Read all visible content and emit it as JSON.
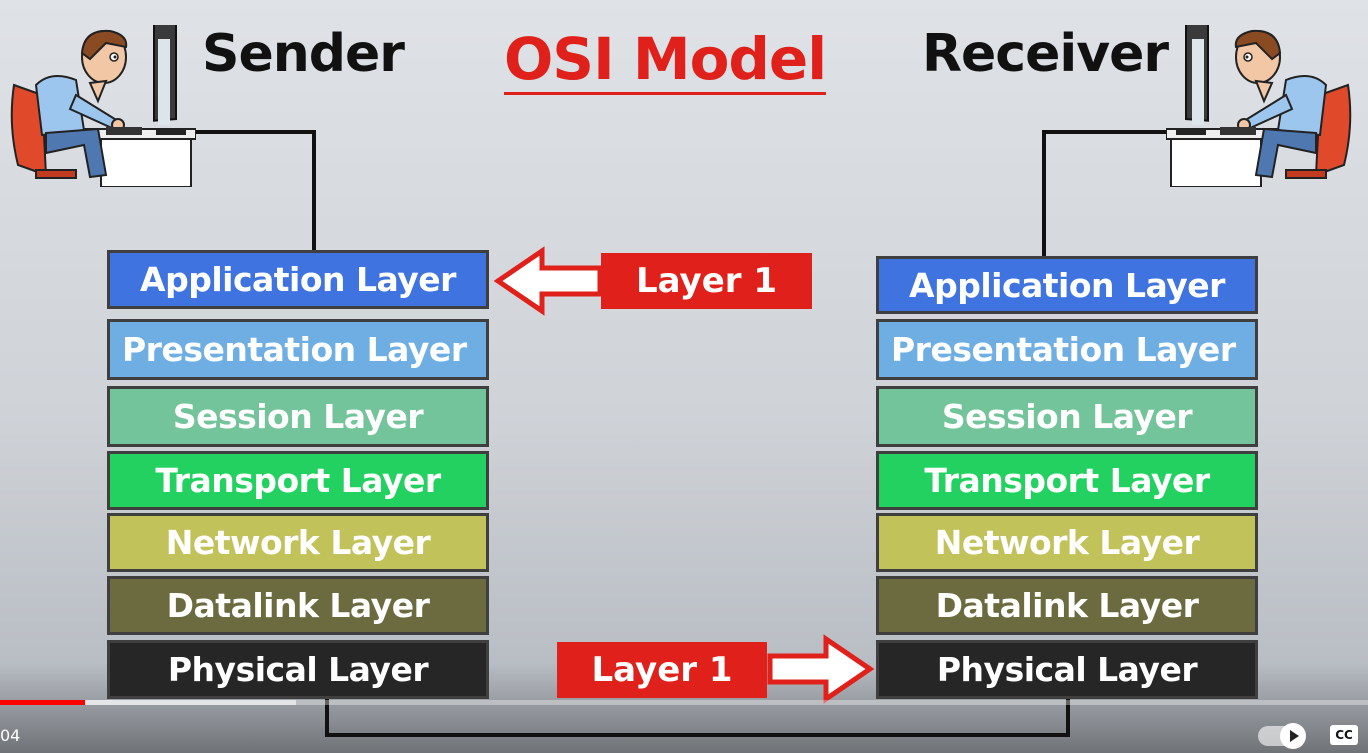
{
  "title": "OSI Model",
  "sender": {
    "label": "Sender"
  },
  "receiver": {
    "label": "Receiver"
  },
  "sender_layers": [
    {
      "label": "Application Layer",
      "color": "#3f74e0"
    },
    {
      "label": "Presentation Layer",
      "color": "#6faee3"
    },
    {
      "label": "Session Layer",
      "color": "#73c49a"
    },
    {
      "label": "Transport Layer",
      "color": "#22d160"
    },
    {
      "label": "Network Layer",
      "color": "#c2c25a"
    },
    {
      "label": "Datalink Layer",
      "color": "#6b6b3f"
    },
    {
      "label": "Physical Layer",
      "color": "#262626"
    }
  ],
  "receiver_layers": [
    {
      "label": "Application Layer",
      "color": "#3f74e0"
    },
    {
      "label": "Presentation Layer",
      "color": "#6faee3"
    },
    {
      "label": "Session Layer",
      "color": "#73c49a"
    },
    {
      "label": "Transport Layer",
      "color": "#22d160"
    },
    {
      "label": "Network Layer",
      "color": "#c2c25a"
    },
    {
      "label": "Datalink Layer",
      "color": "#6b6b3f"
    },
    {
      "label": "Physical Layer",
      "color": "#262626"
    }
  ],
  "tags": {
    "top": "Layer 1",
    "bottom": "Layer 1",
    "color": "#e0201a"
  },
  "player": {
    "time": "04",
    "cc_label": "CC",
    "progress_color": "#ff0000"
  }
}
